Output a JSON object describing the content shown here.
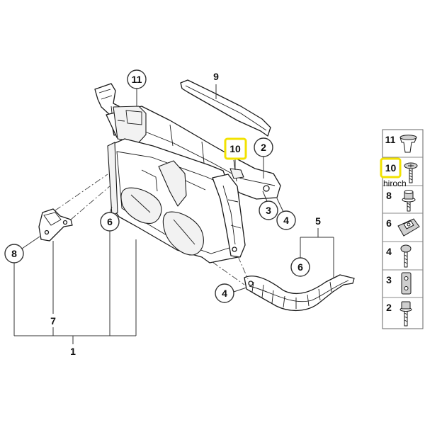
{
  "diagram": {
    "callouts": {
      "part_11": "11",
      "part_9": "9",
      "part_10": "10",
      "part_2": "2",
      "part_3": "3",
      "part_4_upper": "4",
      "part_5": "5",
      "part_6_right": "6",
      "part_4_lower": "4",
      "part_6_left": "6",
      "part_8": "8",
      "part_7": "7",
      "part_1": "1"
    }
  },
  "legend": {
    "items": [
      {
        "label": "11",
        "icon": "clip-cup-icon"
      },
      {
        "label": "10",
        "icon": "screw-icon",
        "highlighted": true
      },
      {
        "label": "8",
        "icon": "bolt-icon"
      },
      {
        "label": "6",
        "icon": "clip-nut-icon"
      },
      {
        "label": "4",
        "icon": "round-head-bolt-icon"
      },
      {
        "label": "3",
        "icon": "nut-plate-icon"
      },
      {
        "label": "2",
        "icon": "hex-bolt-icon"
      }
    ]
  },
  "watermark": "hiroch",
  "colors": {
    "highlight": "#f2e200",
    "line": "#1a1a1a"
  }
}
